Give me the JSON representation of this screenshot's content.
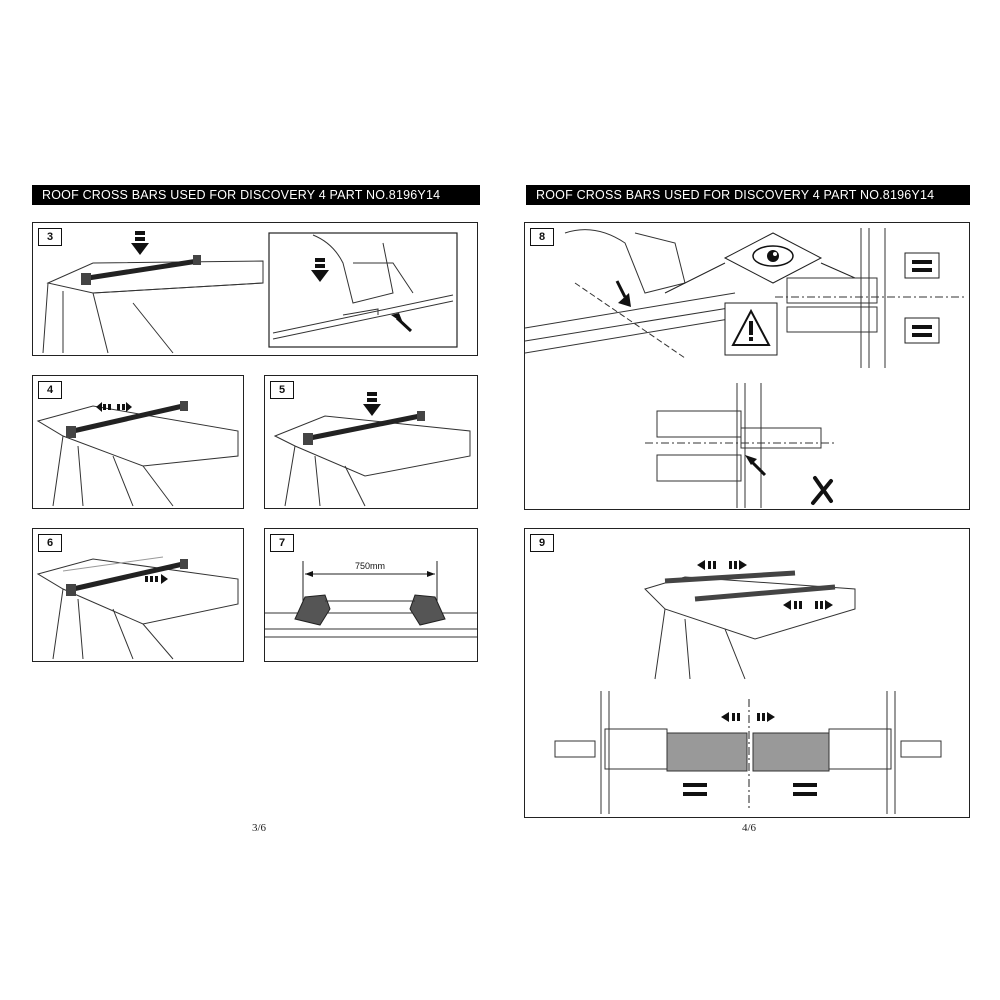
{
  "left_page": {
    "header": "ROOF CROSS BARS USED FOR DISCOVERY 4  PART NO.8196Y14",
    "steps": [
      "3",
      "4",
      "5",
      "6",
      "7"
    ],
    "dimension_label": "750mm",
    "page_number": "3/6"
  },
  "right_page": {
    "header": "ROOF CROSS BARS USED FOR DISCOVERY 4  PART NO.8196Y14",
    "steps": [
      "8",
      "9"
    ],
    "page_number": "4/6"
  },
  "icons": [
    "eye-icon",
    "warning-triangle-icon",
    "equals-sign-icon",
    "wrong-x-icon",
    "arrow-down-icon",
    "arrow-left-right-icon"
  ]
}
